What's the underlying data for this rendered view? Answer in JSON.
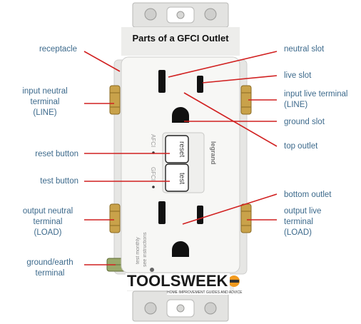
{
  "title": "Parts of a GFCI Outlet",
  "labels": {
    "receptacle": "receptacle",
    "input_neutral": [
      "input neutral",
      "terminal",
      "(LINE)"
    ],
    "reset_button": "reset button",
    "test_button": "test button",
    "output_neutral": [
      "output neutral",
      "terminal",
      "(LOAD)"
    ],
    "ground_earth": [
      "ground/earth",
      "terminal"
    ],
    "neutral_slot": "neutral slot",
    "live_slot": "live slot",
    "input_live": [
      "input live terminal",
      "(LINE)"
    ],
    "ground_slot": "ground slot",
    "top_outlet": "top outlet",
    "bottom_outlet": "bottom outlet",
    "output_live": [
      "output live",
      "terminal",
      "(LOAD)"
    ]
  },
  "device_text": {
    "reset": "reset",
    "test": "test",
    "brand": "legrand",
    "afci_side": "AFCI",
    "gfci_side": "GFCI",
    "side_note_1": "test monthly",
    "side_note_2": "see instructions"
  },
  "logo": {
    "text": "TOOLSWEEK",
    "tagline": "HOME IMPROVEMENT GUIDES AND ADVICE"
  },
  "colors": {
    "leader_line": "#d12020",
    "label_text": "#3d6a8c",
    "title_text": "#111111",
    "outlet_body": "#f7f7f5",
    "brass_terminal": "#c9a24a"
  }
}
